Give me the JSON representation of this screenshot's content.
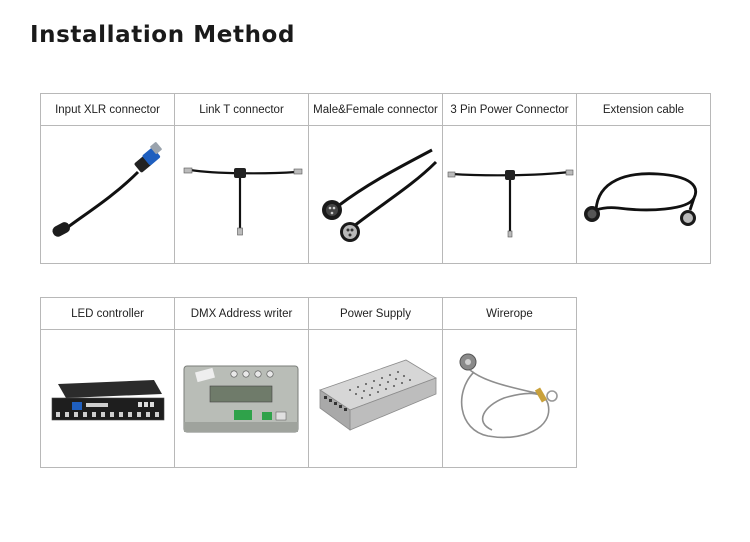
{
  "page": {
    "title": "Installation Method"
  },
  "row1": {
    "headers": [
      "Input XLR connector",
      "Link T connector",
      "Male&Female connector",
      "3 Pin Power Connector",
      "Extension cable"
    ],
    "icons": [
      "xlr-cable-icon",
      "t-connector-icon",
      "male-female-connector-icon",
      "power-t-connector-icon",
      "extension-cable-icon"
    ]
  },
  "row2": {
    "headers": [
      "LED controller",
      "DMX Address writer",
      "Power Supply",
      "Wirerope"
    ],
    "icons": [
      "led-controller-icon",
      "dmx-writer-icon",
      "power-supply-icon",
      "wirerope-icon"
    ]
  },
  "colors": {
    "text": "#222222",
    "border": "#b8b8b8",
    "accent_blue": "#1f5fbf"
  }
}
